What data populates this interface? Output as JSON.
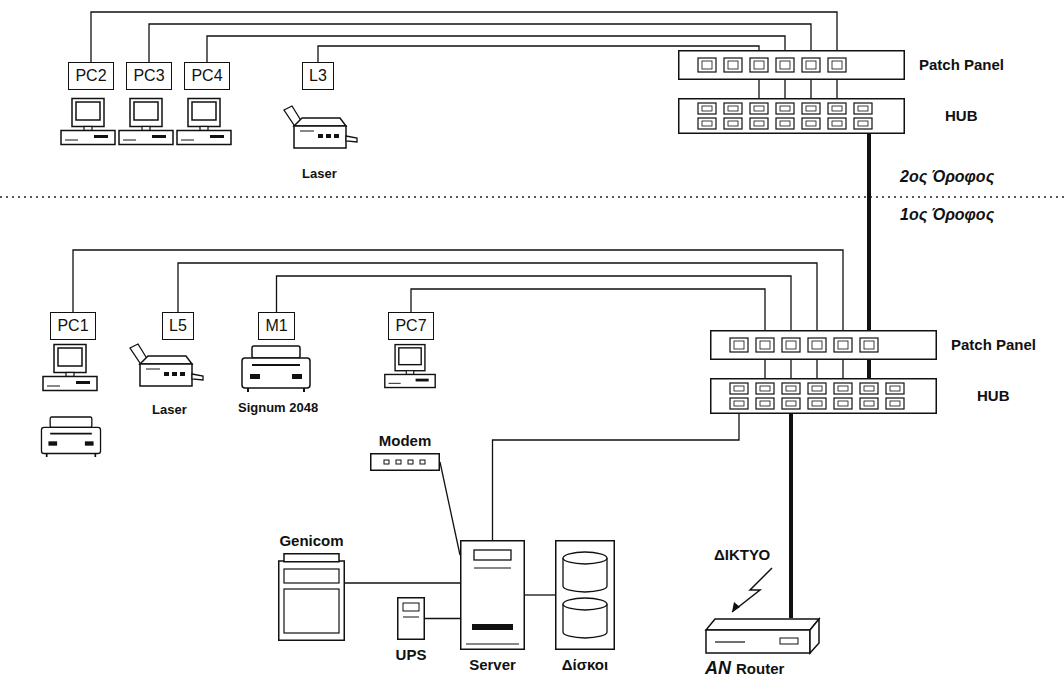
{
  "diagram": {
    "nodes": [
      {
        "text": [
          "PC2"
        ]
      },
      {
        "text": [
          "PC3"
        ]
      },
      {
        "text": [
          "PC4"
        ]
      },
      {
        "text": [
          "L3"
        ]
      },
      {
        "text": [
          "Patch Panel"
        ]
      },
      {
        "text": [
          "HUB"
        ]
      },
      {
        "text": [
          "PC1"
        ]
      },
      {
        "text": [
          "L5"
        ]
      },
      {
        "text": [
          "M1"
        ]
      },
      {
        "text": [
          "PC7"
        ]
      },
      {
        "text": [
          "Patch Panel"
        ]
      },
      {
        "text": [
          "HUB"
        ]
      },
      {
        "text": [
          "Modem"
        ]
      },
      {
        "text": [
          "Genicom"
        ]
      },
      {
        "text": [
          "UPS"
        ]
      },
      {
        "text": [
          "Server"
        ]
      },
      {
        "text": [
          "Δίσκοι"
        ]
      },
      {
        "text": [
          "AN",
          "Router"
        ]
      }
    ],
    "edges": [
      {
        "from": 0,
        "to": 4,
        "arrow": "none"
      },
      {
        "from": 1,
        "to": 4,
        "arrow": "none"
      },
      {
        "from": 2,
        "to": 4,
        "arrow": "none"
      },
      {
        "from": 3,
        "to": 4,
        "arrow": "none"
      },
      {
        "from": 4,
        "to": 5,
        "arrow": "none"
      },
      {
        "from": 4,
        "to": 5,
        "arrow": "none"
      },
      {
        "from": 4,
        "to": 5,
        "arrow": "none"
      },
      {
        "from": 4,
        "to": 5,
        "arrow": "none"
      },
      {
        "from": 5,
        "to": 10,
        "arrow": "none"
      },
      {
        "from": 6,
        "to": 10,
        "arrow": "none"
      },
      {
        "from": 7,
        "to": 10,
        "arrow": "none"
      },
      {
        "from": 8,
        "to": 10,
        "arrow": "none"
      },
      {
        "from": 9,
        "to": 10,
        "arrow": "none"
      },
      {
        "from": 10,
        "to": 11,
        "arrow": "none"
      },
      {
        "from": 10,
        "to": 11,
        "arrow": "none"
      },
      {
        "from": 10,
        "to": 11,
        "arrow": "none"
      },
      {
        "from": 10,
        "to": 11,
        "arrow": "none"
      },
      {
        "from": 10,
        "to": 11,
        "arrow": "none"
      },
      {
        "from": 11,
        "to": 15,
        "arrow": "none"
      },
      {
        "from": 11,
        "to": 17,
        "arrow": "none"
      },
      {
        "from": 12,
        "to": 15,
        "arrow": "none"
      },
      {
        "from": 13,
        "to": 15,
        "arrow": "none"
      },
      {
        "from": 14,
        "to": 15,
        "arrow": "none"
      },
      {
        "from": 15,
        "to": 16,
        "arrow": "none"
      }
    ],
    "labels": [
      "Laser",
      "2ος Όροφος",
      "1ος Όροφος",
      "Laser",
      "Signum 2048",
      "ΔΙΚΤΥΟ"
    ]
  }
}
